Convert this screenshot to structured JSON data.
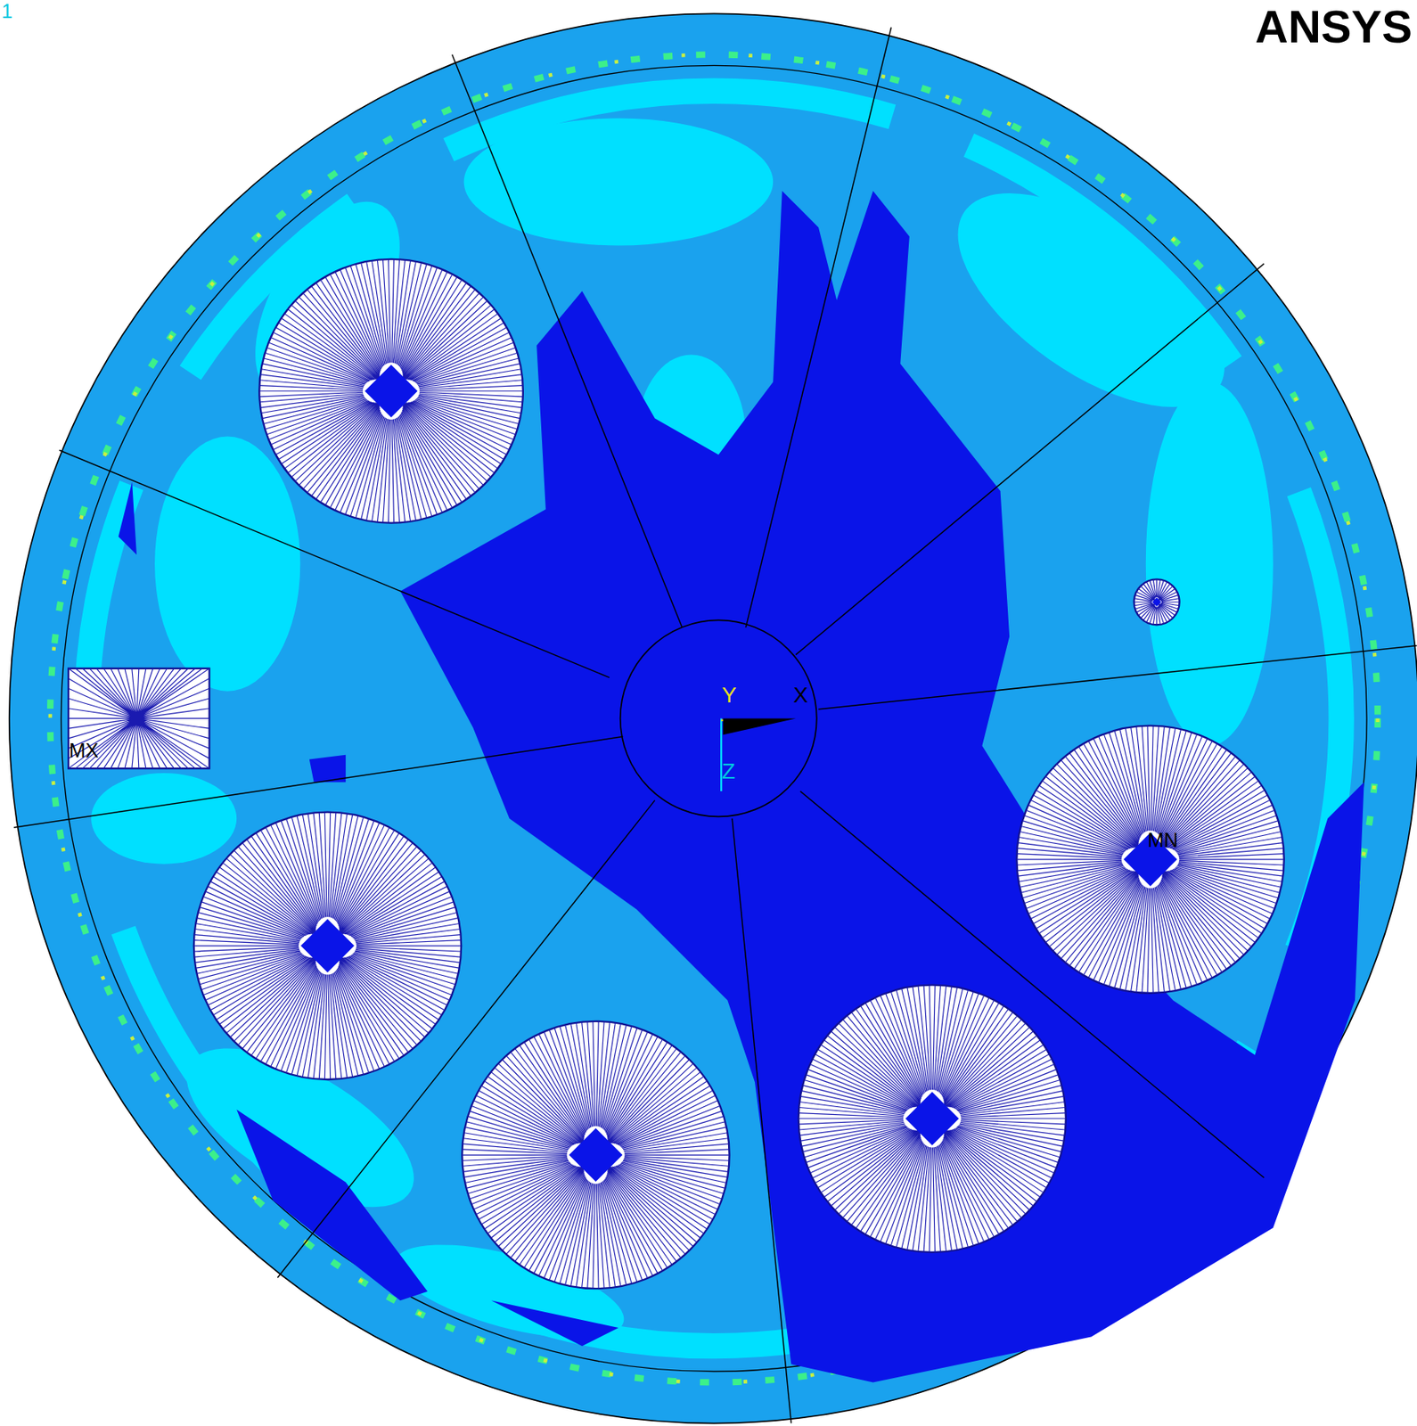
{
  "diagram": {
    "labels": [
      "1",
      "ANSYS",
      "MX",
      "MN",
      "Y",
      "X",
      "Z"
    ]
  }
}
